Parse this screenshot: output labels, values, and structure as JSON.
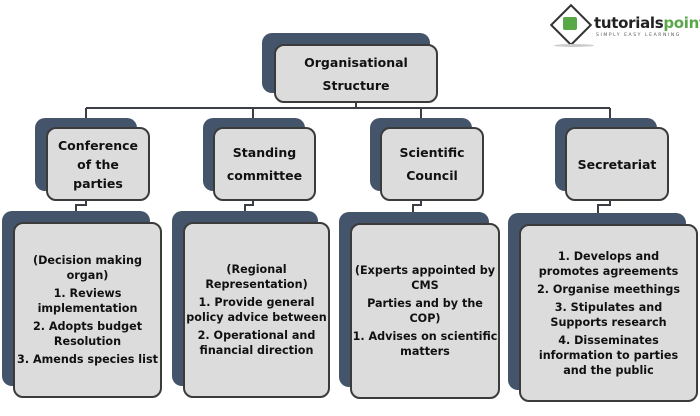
{
  "logo": {
    "name_part1": "tutorials",
    "name_part2": "point",
    "tagline": "SIMPLY EASY LEARNING"
  },
  "root": {
    "title_line1": "Organisational",
    "title_line2": "Structure"
  },
  "branches": [
    {
      "title_lines": [
        "Conference",
        "of the",
        "parties"
      ],
      "details": [
        "(Decision making organ)",
        "1. Reviews implementation",
        "2. Adopts budget Resolution",
        "3. Amends species list"
      ]
    },
    {
      "title_lines": [
        "Standing",
        "committee"
      ],
      "details": [
        "(Regional Representation)",
        "1. Provide general policy advice between",
        "2. Operational and financial direction"
      ]
    },
    {
      "title_lines": [
        "Scientific",
        "Council"
      ],
      "details": [
        "(Experts appointed by CMS",
        "Parties and by the COP)",
        "1. Advises on scientific matters"
      ]
    },
    {
      "title_lines": [
        "Secretariat"
      ],
      "details": [
        "1. Develops and promotes agreements",
        "2. Organise meethings",
        "3. Stipulates and Supports research",
        "4. Disseminates information to parties and the public"
      ]
    }
  ],
  "colors": {
    "back_card": "#44546a",
    "front_card": "#dcdcdc",
    "border": "#3b3b3b",
    "logo_green": "#58a848"
  }
}
